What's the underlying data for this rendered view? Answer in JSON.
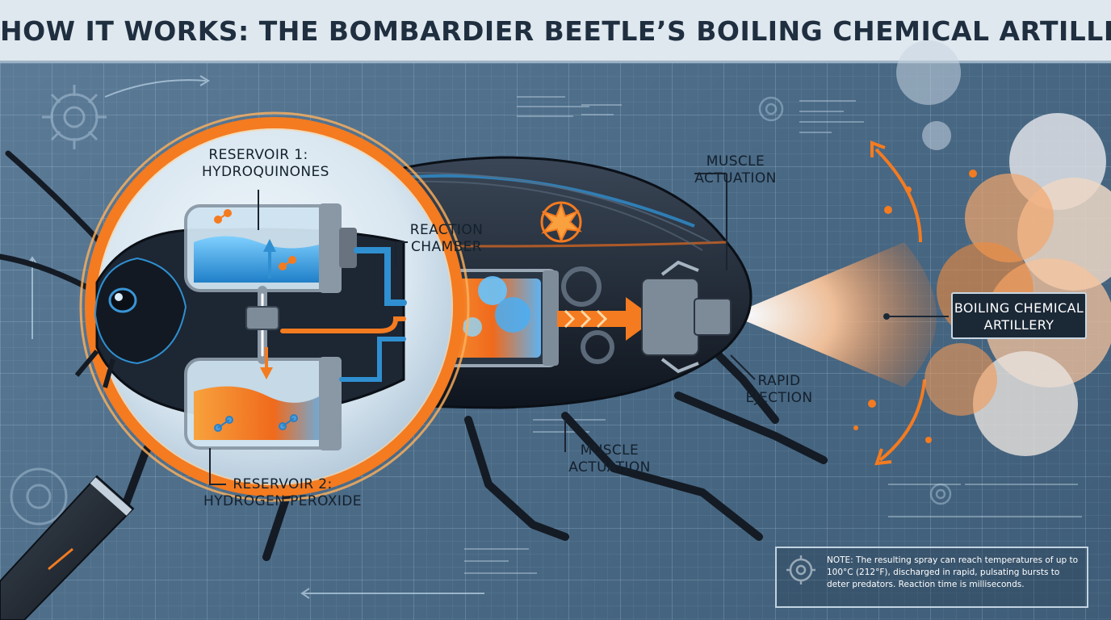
{
  "title": "HOW IT WORKS: THE BOMBARDIER BEETLE’S BOILING CHEMICAL ARTILLERY",
  "labels": {
    "reservoir1_line1": "RESERVOIR 1:",
    "reservoir1_line2": "HYDROQUINONES",
    "reaction_line1": "REACTION",
    "reaction_line2": "CHAMBER",
    "muscle_top_line1": "MUSCLE",
    "muscle_top_line2": "ACTUATION",
    "rapid_line1": "RAPID",
    "rapid_line2": "EJECTION",
    "muscle_bottom_line1": "MUSCLE",
    "muscle_bottom_line2": "ACTUATION",
    "reservoir2_line1": "RESERVOIR 2:",
    "reservoir2_line2": "HYDROGEN PEROXIDE",
    "callout_line1": "BOILING CHEMICAL",
    "callout_line2": "ARTILLERY"
  },
  "note": "NOTE: The resulting spray can reach temperatures of up to 100°C (212°F), discharged in rapid, pulsating bursts to deter predators. Reaction time is milliseconds.",
  "icons": [
    "gear-icon",
    "magnifying-glass-icon",
    "explosion-icon",
    "arrow-icon"
  ],
  "colors": {
    "background": "#4f6f8b",
    "accent_orange": "#f47b20",
    "liquid_blue": "#2f9de0",
    "beetle_dark": "#1a2230",
    "title_bar": "#dfe8ef"
  }
}
